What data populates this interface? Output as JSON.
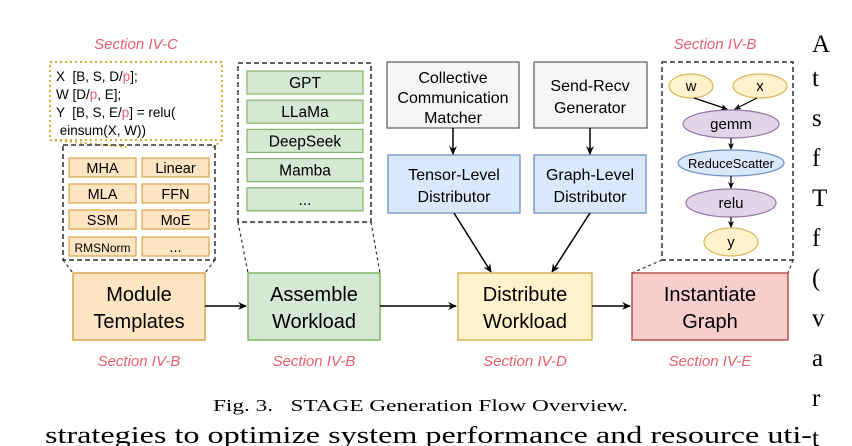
{
  "colors": {
    "section": "#e8606f",
    "highlight": "#e8606f",
    "orange_fill": "#fde4c3",
    "orange_stroke": "#d9a54a",
    "green_fill": "#d5e8d4",
    "green_stroke": "#82b366",
    "yellow_fill": "#fff2cc",
    "yellow_stroke": "#d6b656",
    "red_fill": "#f8cecc",
    "red_stroke": "#b85450",
    "blue_fill": "#dae8fc",
    "blue_stroke": "#6c8ebf",
    "gray_fill": "#f5f5f5",
    "gray_stroke": "#666666",
    "purple_fill": "#e1d5e7",
    "purple_stroke": "#9673a6"
  },
  "code": {
    "section": "Section IV-C",
    "lines": [
      [
        "X  [B, S, D/",
        "p",
        "];"
      ],
      [
        "W [D/",
        "p",
        ", E];"
      ],
      [
        "Y  [B, S, E/",
        "p",
        "] = relu("
      ],
      [
        " einsum(X, W))"
      ]
    ]
  },
  "modules": [
    "MHA",
    "Linear",
    "MLA",
    "FFN",
    "SSM",
    "MoE",
    "RMSNorm",
    "..."
  ],
  "models": [
    "GPT",
    "LLaMa",
    "DeepSeek",
    "Mamba",
    "..."
  ],
  "matcher": [
    "Collective",
    "Communication",
    "Matcher"
  ],
  "generator": [
    "Send-Recv",
    "Generator"
  ],
  "tensor_distributor": [
    "Tensor-Level",
    "Distributor"
  ],
  "graph_distributor": [
    "Graph-Level",
    "Distributor"
  ],
  "graph": {
    "section": "Section IV-B",
    "nodes": [
      "w",
      "x",
      "gemm",
      "ReduceScatter",
      "relu",
      "y"
    ]
  },
  "stages": [
    {
      "line1": "Module",
      "line2": "Templates",
      "section": "Section IV-B"
    },
    {
      "line1": "Assemble",
      "line2": "Workload",
      "section": "Section IV-B"
    },
    {
      "line1": "Distribute",
      "line2": "Workload",
      "section": "Section IV-D"
    },
    {
      "line1": "Instantiate",
      "line2": "Graph",
      "section": "Section IV-E"
    }
  ],
  "caption": "Fig. 3.   STAGE Generation Flow Overview.",
  "body_text": "strategies to optimize system performance and resource uti-",
  "right_column_letters": [
    "A",
    "t",
    "s",
    "f",
    "T",
    "f",
    "(",
    "v",
    "a",
    "r",
    "t"
  ]
}
